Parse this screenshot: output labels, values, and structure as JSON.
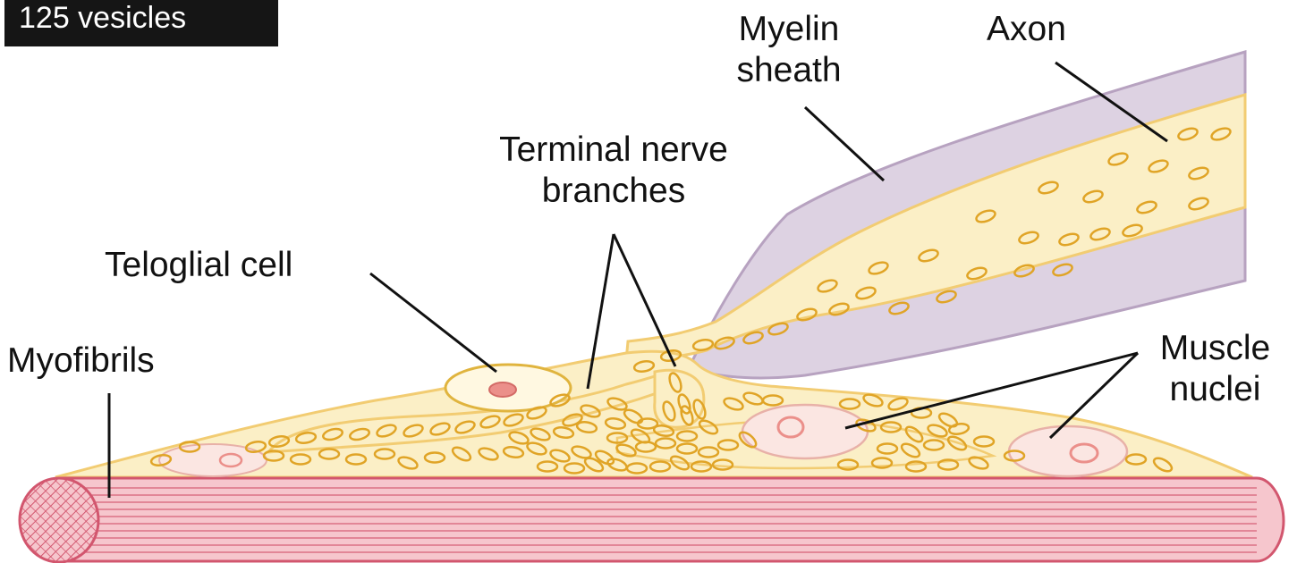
{
  "badge": {
    "text": "125 vesicles"
  },
  "labels": {
    "myelin_sheath": [
      "Myelin",
      "sheath"
    ],
    "axon": "Axon",
    "terminal_nerve_branches": [
      "Terminal nerve",
      "branches"
    ],
    "teloglial_cell": "Teloglial cell",
    "myofibrils": "Myofibrils",
    "muscle_nuclei": [
      "Muscle",
      "nuclei"
    ]
  },
  "colors": {
    "axon_fill": "#fbefc6",
    "outline": "#f2cc72",
    "myelin_fill": "#ddd2e2",
    "myelin_stroke": "#b7a2c0",
    "myofibril_fill": "#f6c6cd",
    "myofibril_stroke": "#d2566e",
    "nucleus_fill": "#fbe6e2",
    "nucleolus": "#eb8f8a",
    "vesicle_stroke": "#e0a426",
    "leader": "#111111"
  },
  "icons": [
    "vesicle",
    "nucleus",
    "myofibril-bundle"
  ]
}
